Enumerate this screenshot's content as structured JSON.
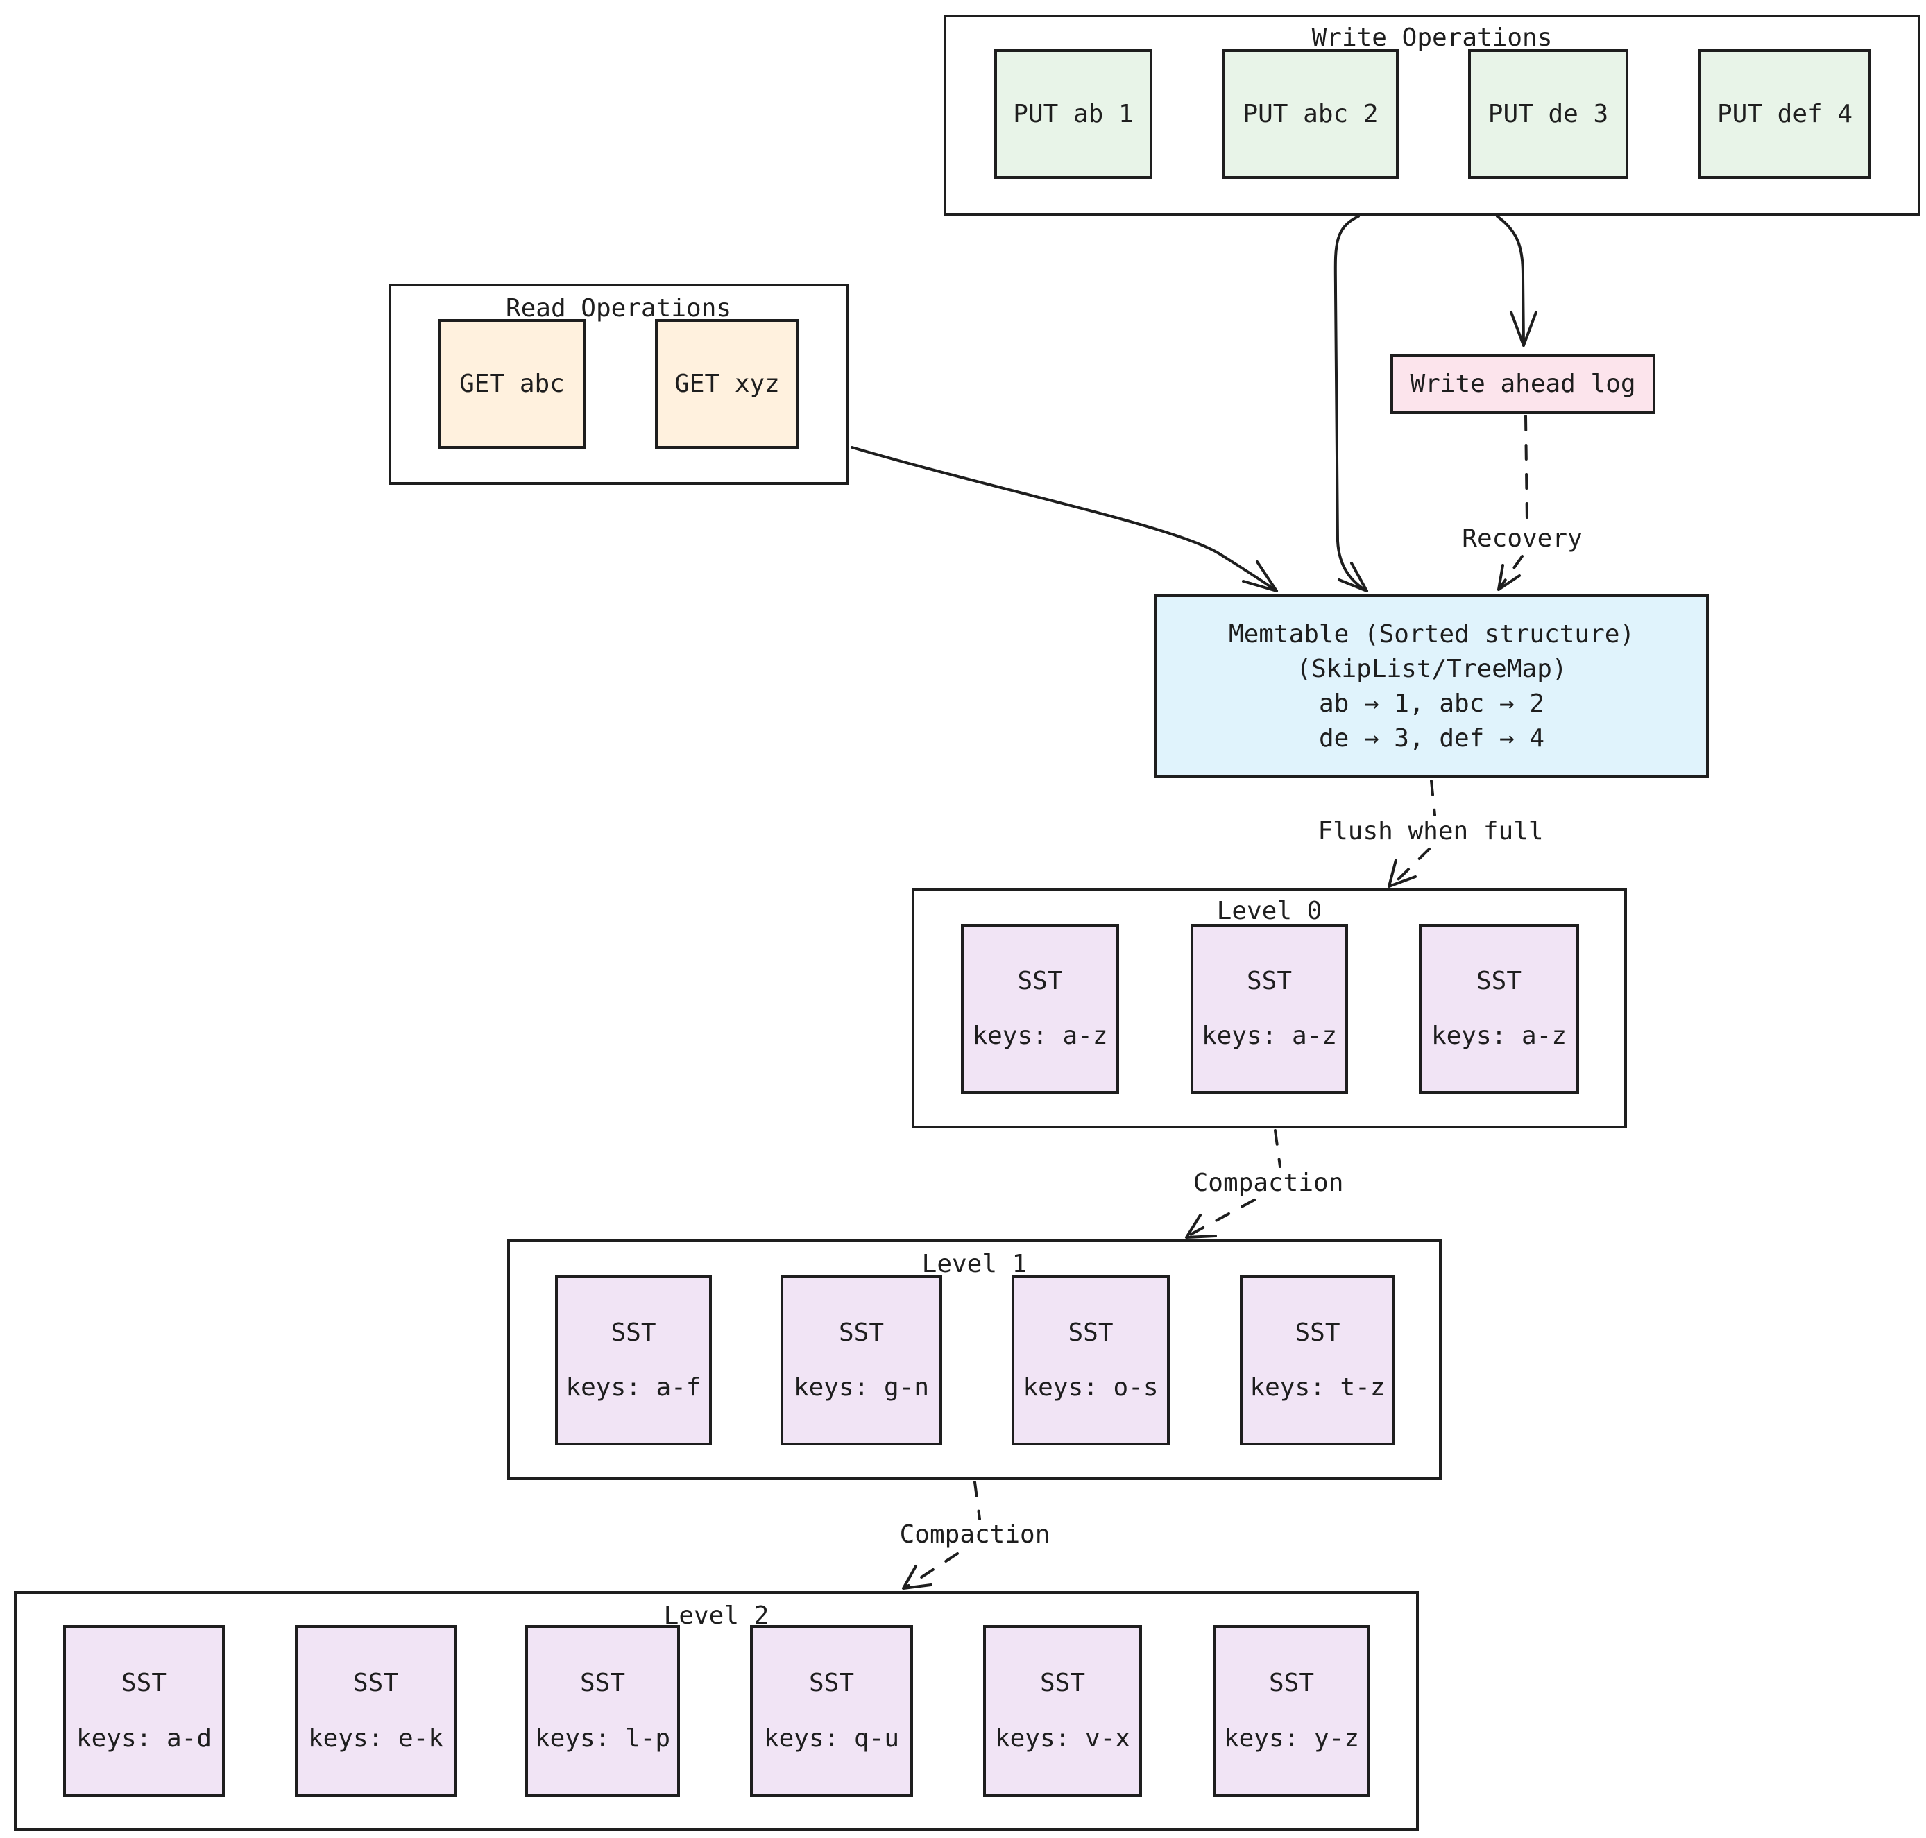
{
  "groups": {
    "write_ops": {
      "title": "Write Operations",
      "items": [
        "PUT ab 1",
        "PUT abc 2",
        "PUT de 3",
        "PUT def 4"
      ]
    },
    "read_ops": {
      "title": "Read Operations",
      "items": [
        "GET abc",
        "GET xyz"
      ]
    },
    "level0": {
      "title": "Level 0",
      "ssts": [
        {
          "label": "SST",
          "keys": "keys: a-z"
        },
        {
          "label": "SST",
          "keys": "keys: a-z"
        },
        {
          "label": "SST",
          "keys": "keys: a-z"
        }
      ]
    },
    "level1": {
      "title": "Level 1",
      "ssts": [
        {
          "label": "SST",
          "keys": "keys: a-f"
        },
        {
          "label": "SST",
          "keys": "keys: g-n"
        },
        {
          "label": "SST",
          "keys": "keys: o-s"
        },
        {
          "label": "SST",
          "keys": "keys: t-z"
        }
      ]
    },
    "level2": {
      "title": "Level 2",
      "ssts": [
        {
          "label": "SST",
          "keys": "keys: a-d"
        },
        {
          "label": "SST",
          "keys": "keys: e-k"
        },
        {
          "label": "SST",
          "keys": "keys: l-p"
        },
        {
          "label": "SST",
          "keys": "keys: q-u"
        },
        {
          "label": "SST",
          "keys": "keys: v-x"
        },
        {
          "label": "SST",
          "keys": "keys: y-z"
        }
      ]
    }
  },
  "wal": {
    "label": "Write ahead log"
  },
  "memtable": {
    "lines": [
      "Memtable (Sorted structure)",
      "(SkipList/TreeMap)",
      "ab → 1, abc → 2",
      "de → 3, def → 4"
    ]
  },
  "edges": {
    "recovery": "Recovery",
    "flush": "Flush when full",
    "compaction_0_1": "Compaction",
    "compaction_1_2": "Compaction"
  },
  "colors": {
    "stroke": "#1e1e1e",
    "put_fill": "#e8f4e8",
    "get_fill": "#fff1de",
    "wal_fill": "#fce4ec",
    "memtable_fill": "#e0f3fc",
    "sst_fill": "#f1e4f5"
  }
}
